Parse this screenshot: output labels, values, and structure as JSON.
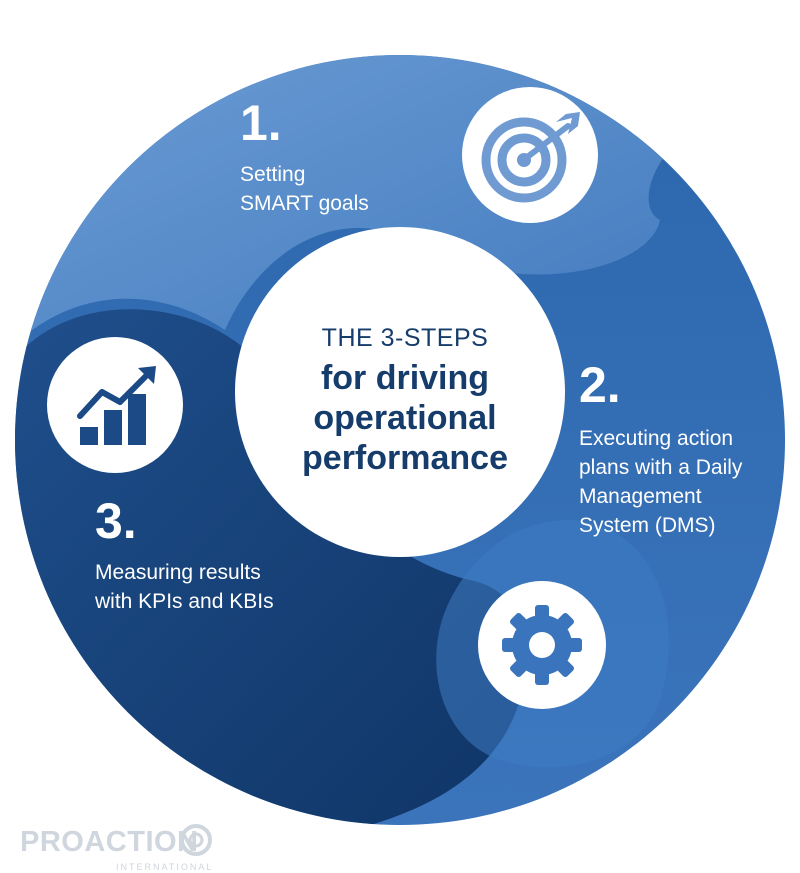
{
  "center": {
    "intro": "THE 3-STEPS",
    "line1": "for driving",
    "line2": "operational",
    "line3": "performance"
  },
  "steps": [
    {
      "number": "1.",
      "line1": "Setting",
      "line2": "SMART goals",
      "icon": "target-icon"
    },
    {
      "number": "2.",
      "line1": "Executing action",
      "line2": "plans with a Daily",
      "line3": "Management",
      "line4": "System (DMS)",
      "icon": "gear-icon"
    },
    {
      "number": "3.",
      "line1": "Measuring results",
      "line2": "with KPIs and KBIs",
      "icon": "growth-chart-icon"
    }
  ],
  "logo": {
    "name": "PROACTION",
    "sub": "INTERNATIONAL"
  },
  "colors": {
    "dark_blue": "#123d6e",
    "mid_blue": "#2b64a8",
    "light_blue": "#5c8fcb",
    "center_text": "#153c6b",
    "logo_grey": "#cfd6de"
  }
}
